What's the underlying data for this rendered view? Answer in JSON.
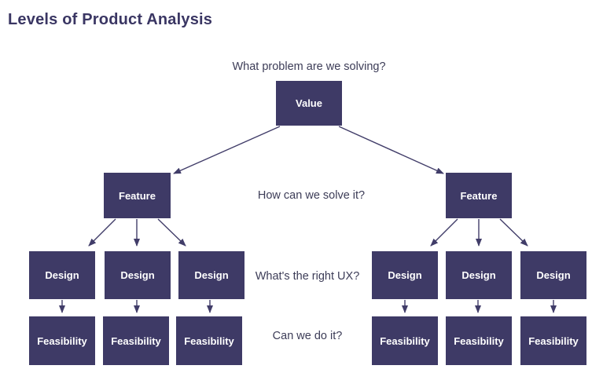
{
  "title": "Levels of Product Analysis",
  "levels": [
    {
      "label": "Value",
      "question": "What problem are we solving?"
    },
    {
      "label": "Feature",
      "question": "How can we solve it?"
    },
    {
      "label": "Design",
      "question": "What's the right UX?"
    },
    {
      "label": "Feasibility",
      "question": "Can we do it?"
    }
  ],
  "colors": {
    "node_fill": "#3E3A66",
    "node_text": "#FFFFFF",
    "arrow": "#413D69",
    "title_text": "#3A3663",
    "question_text": "#3C3C57",
    "background": "#FFFFFF"
  }
}
